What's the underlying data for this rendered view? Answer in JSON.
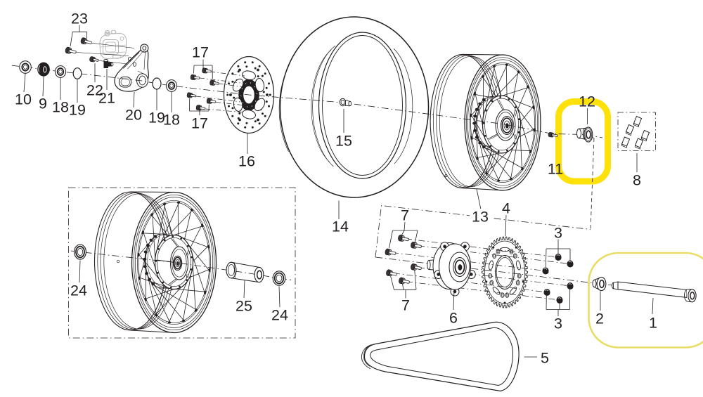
{
  "canvas": {
    "background": "#ffffff",
    "ink": "#231f20",
    "ghost": "#b2b2b2"
  },
  "highlights": {
    "primary": "#ffe10a",
    "secondary": "#e9dd66"
  },
  "callouts": [
    "23",
    "10",
    "9",
    "18",
    "19",
    "22",
    "21",
    "20",
    "19",
    "18",
    "17",
    "17",
    "16",
    "15",
    "14",
    "13",
    "4",
    "12",
    "11",
    "8",
    "7",
    "7",
    "6",
    "3",
    "3",
    "2",
    "1",
    "5",
    "24",
    "25",
    "24"
  ]
}
